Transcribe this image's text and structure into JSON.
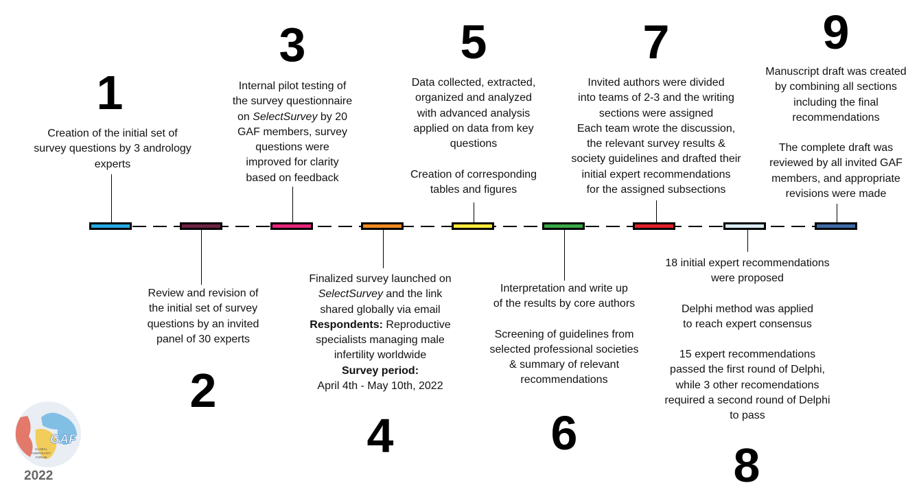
{
  "steps": [
    {
      "number": "1",
      "color": "#29a8e0",
      "lines": [
        "Creation of the initial set of",
        "survey questions by 3 andrology",
        "experts"
      ]
    },
    {
      "number": "2",
      "color": "#6e2344",
      "lines": [
        "Review and revision of",
        "the initial set of survey",
        "questions by an invited",
        "panel of 30 experts"
      ]
    },
    {
      "number": "3",
      "color": "#e6267a",
      "lines_before": "Internal pilot testing of",
      "line2_prefix": "the survey questionnaire",
      "line3_prefix": "on ",
      "line3_em": "SelectSurvey",
      "line3_suffix": " by 20",
      "lines_after": [
        "GAF members, survey",
        "questions were",
        "improved for clarity",
        "based on feedback"
      ]
    },
    {
      "number": "4",
      "color": "#f08a24",
      "line1": "Finalized survey launched on",
      "line2_em": "SelectSurvey",
      "line2_suffix": " and the link",
      "line3": "shared globally via email",
      "respondents_label": "Respondents:",
      "respondents_text": " Reproductive",
      "line5": "specialists managing male",
      "line6": "infertility worldwide",
      "period_label": "Survey period:",
      "period_value": "April 4th - May 10th, 2022"
    },
    {
      "number": "5",
      "color": "#fde93c",
      "block1": [
        "Data collected, extracted,",
        "organized and analyzed",
        "with advanced analysis",
        "applied on data from key",
        "questions"
      ],
      "block2": [
        "Creation of corresponding",
        "tables and figures"
      ]
    },
    {
      "number": "6",
      "color": "#3aa846",
      "block1": [
        "Interpretation and write up",
        "of the results by core authors"
      ],
      "block2": [
        "Screening of guidelines from",
        "selected professional societies",
        "& summary of relevant",
        "recommendations"
      ]
    },
    {
      "number": "7",
      "color": "#e3202a",
      "lines": [
        "Invited authors were divided",
        "into teams of 2-3 and the writing",
        "sections were assigned",
        "Each team wrote the discussion,",
        "the relevant survey results &",
        "society guidelines and drafted their",
        "initial expert recommendations",
        "for the assigned subsections"
      ]
    },
    {
      "number": "8",
      "color": "#d9eaf3",
      "block1": [
        "18 initial expert recommendations",
        "were proposed"
      ],
      "block2": [
        "Delphi method was applied",
        "to reach expert consensus"
      ],
      "block3": [
        "15 expert recommendations",
        "passed the first round of Delphi,",
        "while 3 other recomendations",
        "required a second round of Delphi",
        "to pass"
      ]
    },
    {
      "number": "9",
      "color": "#3f6aa8",
      "block1": [
        "Manuscript draft was created",
        "by combining all sections",
        "including the final",
        "recommendations"
      ],
      "block2": [
        "The complete draft was",
        "reviewed by all invited GAF",
        "members, and appropriate",
        "revisions were made"
      ]
    }
  ],
  "logo": {
    "title_lines": [
      "GLOBAL",
      "ANDROLOGY",
      "FORUM"
    ],
    "abbr": "GAF",
    "year": "2022"
  }
}
